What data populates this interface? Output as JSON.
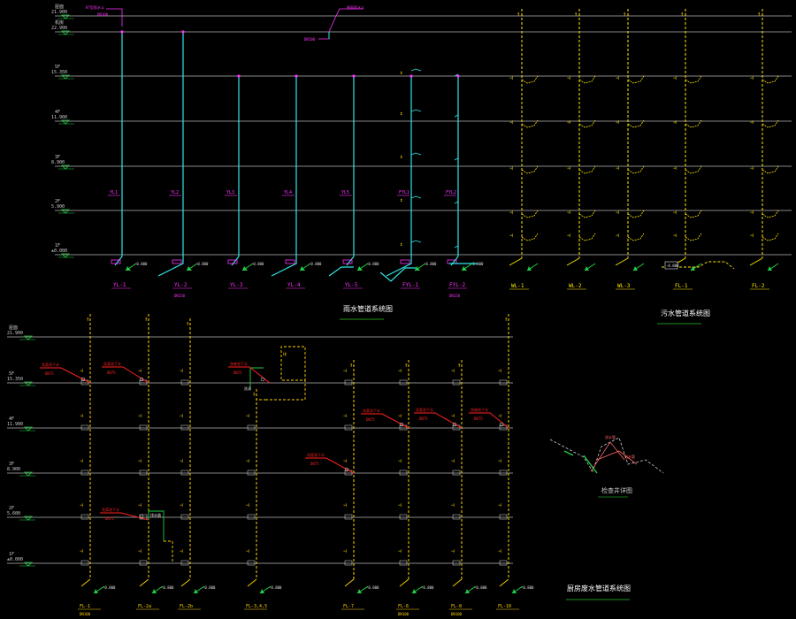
{
  "colors": {
    "background": "#000000",
    "floor_line": "#b4b4b4",
    "rain_pipe": "#2ee6e6",
    "rain_tag": "#ff33ff",
    "sewage_pipe": "#ffe600",
    "waste_pipe": "#ffd200",
    "note_red": "#ff2222",
    "arrow_green": "#22cc44",
    "title_underline": "#1f8f1f"
  },
  "titles": {
    "rain": "雨水管道系统图",
    "sewage": "污水管道系统图",
    "waste": "厨房废水管道系统图",
    "detail": "检查井详图"
  },
  "levels_top": [
    {
      "name": "屋面",
      "value": "21.900"
    },
    {
      "name": "机房",
      "value": "22.900"
    },
    {
      "name": "5F",
      "value": "15.350"
    },
    {
      "name": "4F",
      "value": "11.900"
    },
    {
      "name": "3F",
      "value": "8.900"
    },
    {
      "name": "2F",
      "value": "5.900"
    },
    {
      "name": "1F",
      "value": "±0.000"
    }
  ],
  "levels_bottom": [
    {
      "name": "屋面",
      "value": "21.900"
    },
    {
      "name": "5F",
      "value": "15.350"
    },
    {
      "name": "4F",
      "value": "11.900"
    },
    {
      "name": "3F",
      "value": "8.900"
    },
    {
      "name": "2F",
      "value": "5.600"
    },
    {
      "name": "1F",
      "value": "±0.000"
    }
  ],
  "rain_pipes": [
    {
      "name": "YL-1",
      "note": ""
    },
    {
      "name": "YL-2",
      "note": "DN150"
    },
    {
      "name": "YL-3",
      "note": ""
    },
    {
      "name": "YL-4",
      "note": ""
    },
    {
      "name": "YL-5",
      "note": ""
    },
    {
      "name": "FYL-1",
      "note": ""
    },
    {
      "name": "FYL-2",
      "note": "DN150"
    }
  ],
  "sewage_pipes": [
    {
      "name": "WL-1"
    },
    {
      "name": "WL-2"
    },
    {
      "name": "WL-3"
    },
    {
      "name": "FL-1"
    },
    {
      "name": "FL-2"
    }
  ],
  "waste_pipes": [
    {
      "name": "FL-1",
      "note": "DN100"
    },
    {
      "name": "FL-2a",
      "note": ""
    },
    {
      "name": "FL-2b",
      "note": ""
    },
    {
      "name": "FL-3,4,5",
      "note": ""
    },
    {
      "name": "FL-7",
      "note": ""
    },
    {
      "name": "FL-6",
      "note": "DN100"
    },
    {
      "name": "FL-8",
      "note": "DN100"
    },
    {
      "name": "FL-10",
      "note": ""
    }
  ],
  "rain_outlet_tag": "87型雨水斗",
  "rain_outlet_sub": "DN100",
  "roof_tag": "屋面雨水斗",
  "roof_tag_sub": "DN100",
  "elev_tag": "-0.800",
  "dn100": "DN100",
  "red_tags": [
    "洗菜池下水",
    "洗菜池下水",
    "洗碗池下水",
    "洗菜池下水",
    "洗菜池下水",
    "洗碗池下水",
    "洗菜池下水",
    "洗菜池下水"
  ],
  "red_sub": "DN75",
  "detail_labels": [
    "进水管",
    "出水管"
  ],
  "misc_tags": [
    "排水器",
    "排",
    "洗涤"
  ]
}
